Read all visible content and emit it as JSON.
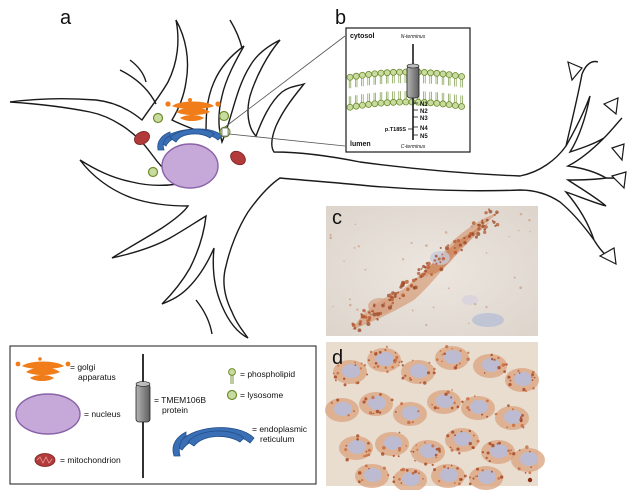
{
  "panels": {
    "a": "a",
    "b": "b",
    "c": "c",
    "d": "d"
  },
  "inset_b": {
    "cytosol": "cytosol",
    "lumen": "lumen",
    "n_terminus": "N-terminus",
    "c_terminus": "C-terminus",
    "variant": "p.T185S",
    "glycosylation_sites": [
      "N1",
      "N2",
      "N3",
      "N4",
      "N5"
    ]
  },
  "legend": {
    "golgi": [
      "= golgi",
      "apparatus"
    ],
    "nucleus": "= nucleus",
    "mitochondrion": "= mitochondrion",
    "tmem": [
      "= TMEM106B",
      "protein"
    ],
    "phospholipid": "= phospholipid",
    "lysosome": "= lysosome",
    "er": [
      "= endoplasmic",
      "reticulum"
    ]
  },
  "colors": {
    "golgi": "#f07d1a",
    "nucleus_fill": "#c6a9d9",
    "nucleus_stroke": "#8a63a8",
    "mitochondrion": "#b23a3a",
    "lysosome_fill": "#c9dca0",
    "lysosome_stroke": "#6e8c2e",
    "er": "#3a6fb5",
    "membrane_head": "#a8c96b",
    "protein_body": "#8d8d8d"
  }
}
